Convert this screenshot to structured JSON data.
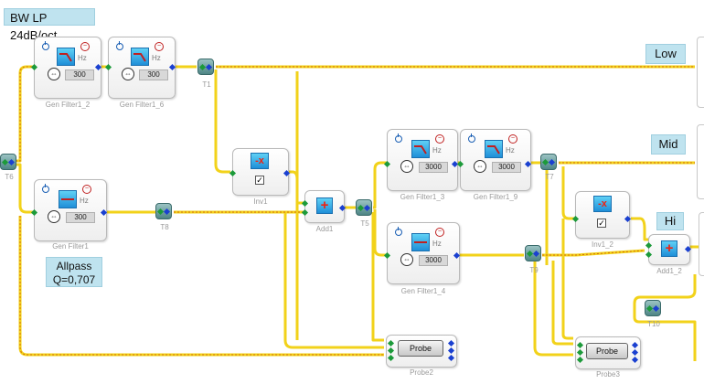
{
  "notes": {
    "title": "BW LP 24dB/oct",
    "low": "Low",
    "mid": "Mid",
    "hi": "Hi",
    "allpass_line1": "Allpass",
    "allpass_line2": "Q=0,707"
  },
  "blocks": {
    "gen_filter1_2": {
      "label": "Gen Filter1_2",
      "value": "300",
      "unit": "Hz"
    },
    "gen_filter1_6": {
      "label": "Gen Filter1_6",
      "value": "300",
      "unit": "Hz"
    },
    "gen_filter1": {
      "label": "Gen Filter1",
      "value": "300",
      "unit": "Hz"
    },
    "gen_filter1_3": {
      "label": "Gen Filter1_3",
      "value": "3000",
      "unit": "Hz"
    },
    "gen_filter1_9": {
      "label": "Gen Filter1_9",
      "value": "3000",
      "unit": "Hz"
    },
    "gen_filter1_4": {
      "label": "Gen Filter1_4",
      "value": "3000",
      "unit": "Hz"
    },
    "inv1": {
      "label": "Inv1",
      "icon": "-x"
    },
    "inv1_2": {
      "label": "Inv1_2",
      "icon": "-x"
    },
    "add1": {
      "label": "Add1"
    },
    "add1_2": {
      "label": "Add1_2"
    },
    "probe2": {
      "label": "Probe2",
      "button": "Probe"
    },
    "probe3": {
      "label": "Probe3",
      "button": "Probe"
    }
  },
  "nodes": {
    "t1": "T1",
    "t5": "T5",
    "t6": "T6",
    "t7": "T7",
    "t8": "T8",
    "t9": "T9",
    "t10": "T10"
  },
  "colors": {
    "wire": "#f2d21a",
    "wire_dash": "#d46a10",
    "note_bg": "#bfe3ef",
    "input_pin": "#1c9a3a",
    "output_pin": "#1a40d0"
  }
}
